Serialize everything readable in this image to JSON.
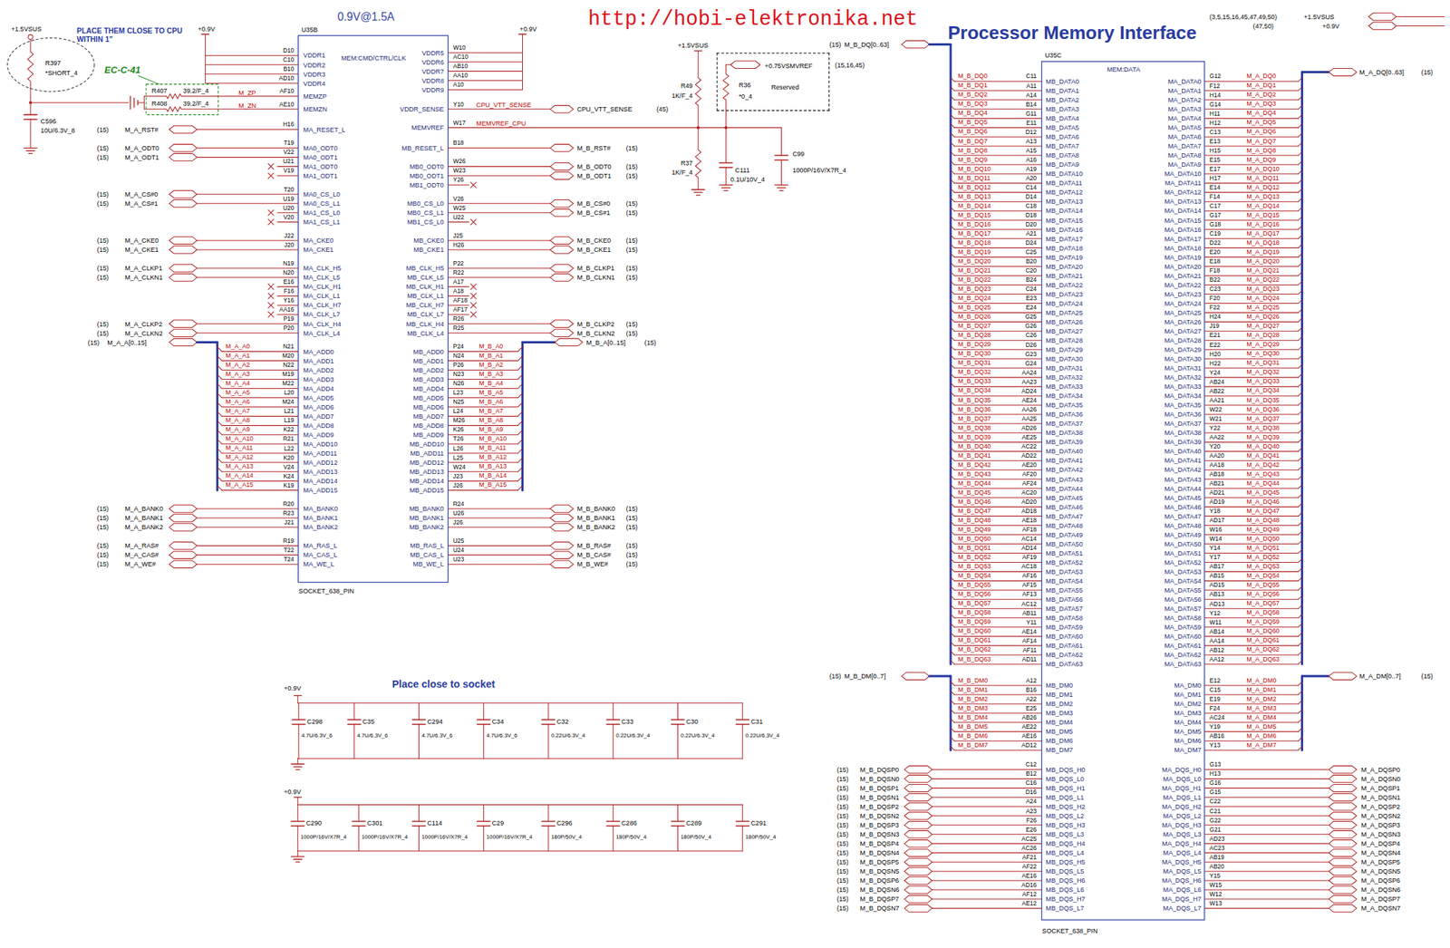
{
  "diagram": {
    "title": "Processor Memory Interface",
    "nodes": [
      {
        "text": [
          "R397",
          "*SHORT_4"
        ]
      },
      {
        "text": [
          "U35B",
          "MEM:CMD/CTRL/CLK",
          "SOCKET_638_PIN"
        ]
      },
      {
        "text": [
          "+0.75VSMVREF",
          "R36",
          "*0_4",
          "Reserved"
        ]
      },
      {
        "text": [
          "U35C",
          "MEM:DATA",
          "SOCKET_638_PIN"
        ]
      }
    ],
    "labels": [
      "http://hobi-elektronika.net",
      "0.9V@1.5A",
      "+1.5VSUS",
      "PLACE THEM CLOSE TO CPU WITHIN 1\"",
      "+0.9V",
      "+0.9V",
      "EC-C-41",
      "R407",
      "39.2/F_4",
      "R408",
      "39.2/F_4",
      "M_ZP",
      "M_ZN",
      "C596",
      "10U/6.3V_8",
      "D10",
      "VDDR1",
      "C10",
      "VDDR2",
      "B10",
      "VDDR3",
      "AD10",
      "VDDR4",
      "AF10",
      "MEMZP",
      "AE10",
      "MEMZN",
      "(15)",
      "M_A_RST#",
      "H16",
      "MA_RESET_L",
      "(15)",
      "M_A_ODT0",
      "T19",
      "MA0_ODT0",
      "(15)",
      "M_A_ODT1",
      "V22",
      "MA0_ODT1",
      "U21",
      "MA1_ODT0",
      "V19",
      "MA1_ODT1",
      "(15)",
      "M_A_CS#0",
      "T20",
      "MA0_CS_L0",
      "(15)",
      "M_A_CS#1",
      "U19",
      "MA0_CS_L1",
      "U20",
      "MA1_CS_L0",
      "V20",
      "MA1_CS_L1",
      "(15)",
      "M_A_CKE0",
      "J22",
      "MA_CKE0",
      "(15)",
      "M_A_CKE1",
      "J20",
      "MA_CKE1",
      "(15)",
      "M_A_CLKP1",
      "N19",
      "MA_CLK_H5",
      "(15)",
      "M_A_CLKN1",
      "N20",
      "MA_CLK_L5",
      "E16",
      "MA_CLK_H1",
      "F16",
      "MA_CLK_L1",
      "Y16",
      "MA_CLK_H7",
      "AA16",
      "MA_CLK_L7",
      "(15)",
      "M_A_CLKP2",
      "P19",
      "MA_CLK_H4",
      "(15)",
      "M_A_CLKN2",
      "P20",
      "MA_CLK_L4",
      "(15)",
      "M_A_A[0..15]",
      "M_A_A0",
      "N21",
      "MA_ADD0",
      "M_A_A1",
      "M20",
      "MA_ADD1",
      "M_A_A2",
      "N22",
      "MA_ADD2",
      "M_A_A3",
      "M19",
      "MA_ADD3",
      "M_A_A4",
      "M22",
      "MA_ADD4",
      "M_A_A5",
      "L20",
      "MA_ADD5",
      "M_A_A6",
      "M24",
      "MA_ADD6",
      "M_A_A7",
      "L21",
      "MA_ADD7",
      "M_A_A8",
      "L19",
      "MA_ADD8",
      "M_A_A9",
      "K22",
      "MA_ADD9",
      "M_A_A10",
      "R21",
      "MA_ADD10",
      "M_A_A11",
      "L22",
      "MA_ADD11",
      "M_A_A12",
      "K20",
      "MA_ADD12",
      "M_A_A13",
      "V24",
      "MA_ADD13",
      "M_A_A14",
      "K24",
      "MA_ADD14",
      "M_A_A15",
      "K19",
      "MA_ADD15",
      "(15)",
      "M_A_BANK0",
      "R20",
      "MA_BANK0",
      "(15)",
      "M_A_BANK1",
      "R23",
      "MA_BANK1",
      "(15)",
      "M_A_BANK2",
      "J21",
      "MA_BANK2",
      "(15)",
      "M_A_RAS#",
      "R19",
      "MA_RAS_L",
      "(15)",
      "M_A_CAS#",
      "T22",
      "MA_CAS_L",
      "(15)",
      "M_A_WE#",
      "T24",
      "MA_WE_L",
      "VDDR5",
      "W10",
      "VDDR6",
      "AC10",
      "VDDR7",
      "AB10",
      "VDDR8",
      "AA10",
      "VDDR9",
      "A10",
      "VDDR_SENSE",
      "Y10",
      "CPU_VTT_SENSE",
      "CPU_VTT_SENSE",
      "(45)",
      "MEMVREF",
      "W17",
      "MEMVREF_CPU",
      "MB_RESET_L",
      "B18",
      "M_B_RST#",
      "(15)",
      "MB0_ODT0",
      "W26",
      "M_B_ODT0",
      "(15)",
      "MB0_ODT1",
      "W23",
      "M_B_ODT1",
      "(15)",
      "MB1_ODT0",
      "Y26",
      "MB0_CS_L0",
      "V26",
      "M_B_CS#0",
      "(15)",
      "MB0_CS_L1",
      "W25",
      "M_B_CS#1",
      "(15)",
      "MB1_CS_L0",
      "U22",
      "MB_CKE0",
      "J25",
      "M_B_CKE0",
      "(15)",
      "MB_CKE1",
      "H26",
      "M_B_CKE1",
      "(15)",
      "MB_CLK_H5",
      "P22",
      "M_B_CLKP1",
      "(15)",
      "MB_CLK_L5",
      "R22",
      "M_B_CLKN1",
      "(15)",
      "MB_CLK_H1",
      "A17",
      "MB_CLK_L1",
      "A18",
      "MB_CLK_H7",
      "AF18",
      "MB_CLK_L7",
      "AF17",
      "MB_CLK_H4",
      "R26",
      "M_B_CLKP2",
      "(15)",
      "MB_CLK_L4",
      "R25",
      "M_B_CLKN2",
      "(15)",
      "M_B_A[0..15]",
      "(15)",
      "MB_ADD0",
      "P24",
      "M_B_A0",
      "MB_ADD1",
      "N24",
      "M_B_A1",
      "MB_ADD2",
      "P26",
      "M_B_A2",
      "MB_ADD3",
      "N23",
      "M_B_A3",
      "MB_ADD4",
      "N26",
      "M_B_A4",
      "MB_ADD5",
      "L23",
      "M_B_A5",
      "MB_ADD6",
      "N25",
      "M_B_A6",
      "MB_ADD7",
      "L24",
      "M_B_A7",
      "MB_ADD8",
      "M26",
      "M_B_A8",
      "MB_ADD9",
      "K26",
      "M_B_A9",
      "MB_ADD10",
      "T26",
      "M_B_A10",
      "MB_ADD11",
      "L26",
      "M_B_A11",
      "MB_ADD12",
      "L25",
      "M_B_A12",
      "MB_ADD13",
      "W24",
      "M_B_A13",
      "MB_ADD14",
      "J23",
      "M_B_A14",
      "MB_ADD15",
      "J26",
      "M_B_A15",
      "MB_BANK0",
      "R24",
      "M_B_BANK0",
      "(15)",
      "MB_BANK1",
      "U26",
      "M_B_BANK1",
      "(15)",
      "MB_BANK2",
      "J26",
      "M_B_BANK2",
      "(15)",
      "MB_RAS_L",
      "U25",
      "M_B_RAS#",
      "(15)",
      "MB_CAS_L",
      "U24",
      "M_B_CAS#",
      "(15)",
      "MB_WE_L",
      "U23",
      "M_B_WE#",
      "(15)",
      "+1.5VSUS",
      "R49",
      "1K/F_4",
      "R37",
      "1K/F_4",
      "(15,16,45)",
      "C111",
      "0.1U/10V_4",
      "C99",
      "1000P/16V/X7R_4",
      "Place close to socket",
      "+0.9V",
      "C298",
      "4.7U/6.3V_6",
      "C35",
      "4.7U/6.3V_6",
      "C294",
      "4.7U/6.3V_6",
      "C34",
      "4.7U/6.3V_6",
      "C32",
      "0.22U/6.3V_4",
      "C33",
      "0.22U/6.3V_4",
      "C30",
      "0.22U/6.3V_4",
      "C31",
      "0.22U/6.3V_4",
      "+0.9V",
      "C290",
      "1000P/16V/X7R_4",
      "C301",
      "1000P/16V/X7R_4",
      "C114",
      "1000P/16V/X7R_4",
      "C29",
      "1000P/16V/X7R_4",
      "C296",
      "180P/50V_4",
      "C286",
      "180P/50V_4",
      "C289",
      "180P/50V_4",
      "C291",
      "180P/50V_4",
      "(3,5,15,16,45,47,49,50)",
      "+1.5VSUS",
      "(47,50)",
      "+0.9V",
      "(15)",
      "M_B_DQ[0..63]",
      "M_B_DQ0",
      "C11",
      "MB_DATA0",
      "M_B_DQ1",
      "A11",
      "MB_DATA1",
      "M_B_DQ2",
      "A14",
      "MB_DATA2",
      "M_B_DQ3",
      "B14",
      "MB_DATA3",
      "M_B_DQ4",
      "G11",
      "MB_DATA4",
      "M_B_DQ5",
      "E11",
      "MB_DATA5",
      "M_B_DQ6",
      "D12",
      "MB_DATA6",
      "M_B_DQ7",
      "A13",
      "MB_DATA7",
      "M_B_DQ8",
      "A15",
      "MB_DATA8",
      "M_B_DQ9",
      "A16",
      "MB_DATA9",
      "M_B_DQ10",
      "A19",
      "MB_DATA10",
      "M_B_DQ11",
      "A20",
      "MB_DATA11",
      "M_B_DQ12",
      "C14",
      "MB_DATA12",
      "M_B_DQ13",
      "D14",
      "MB_DATA13",
      "M_B_DQ14",
      "C18",
      "MB_DATA14",
      "M_B_DQ15",
      "D18",
      "MB_DATA15",
      "M_B_DQ16",
      "D20",
      "MB_DATA16",
      "M_B_DQ17",
      "A21",
      "MB_DATA17",
      "M_B_DQ18",
      "D24",
      "MB_DATA18",
      "M_B_DQ19",
      "C25",
      "MB_DATA19",
      "M_B_DQ20",
      "B20",
      "MB_DATA20",
      "M_B_DQ21",
      "C20",
      "MB_DATA21",
      "M_B_DQ22",
      "B24",
      "MB_DATA22",
      "M_B_DQ23",
      "C24",
      "MB_DATA23",
      "M_B_DQ24",
      "E23",
      "MB_DATA24",
      "M_B_DQ25",
      "E24",
      "MB_DATA25",
      "M_B_DQ26",
      "G25",
      "MB_DATA26",
      "M_B_DQ27",
      "G26",
      "MB_DATA27",
      "M_B_DQ28",
      "C26",
      "MB_DATA28",
      "M_B_DQ29",
      "D26",
      "MB_DATA29",
      "M_B_DQ30",
      "G23",
      "MB_DATA30",
      "M_B_DQ31",
      "G24",
      "MB_DATA31",
      "M_B_DQ32",
      "AA24",
      "MB_DATA32",
      "M_B_DQ33",
      "AA23",
      "MB_DATA33",
      "M_B_DQ34",
      "AD24",
      "MB_DATA34",
      "M_B_DQ35",
      "AE24",
      "MB_DATA35",
      "M_B_DQ36",
      "AA26",
      "MB_DATA36",
      "M_B_DQ37",
      "AA25",
      "MB_DATA37",
      "M_B_DQ38",
      "AD26",
      "MB_DATA38",
      "M_B_DQ39",
      "AE25",
      "MB_DATA39",
      "M_B_DQ40",
      "AC22",
      "MB_DATA40",
      "M_B_DQ41",
      "AD22",
      "MB_DATA41",
      "M_B_DQ42",
      "AE20",
      "MB_DATA42",
      "M_B_DQ43",
      "AF20",
      "MB_DATA43",
      "M_B_DQ44",
      "AF24",
      "MB_DATA44",
      "M_B_DQ45",
      "AC20",
      "MB_DATA45",
      "M_B_DQ46",
      "AD20",
      "MB_DATA46",
      "M_B_DQ47",
      "AD18",
      "MB_DATA47",
      "M_B_DQ48",
      "AE18",
      "MB_DATA48",
      "M_B_DQ49",
      "AF18",
      "MB_DATA49",
      "M_B_DQ50",
      "AC14",
      "MB_DATA50",
      "M_B_DQ51",
      "AD14",
      "MB_DATA51",
      "M_B_DQ52",
      "AF19",
      "MB_DATA52",
      "M_B_DQ53",
      "AC18",
      "MB_DATA53",
      "M_B_DQ54",
      "AF16",
      "MB_DATA54",
      "M_B_DQ55",
      "AF15",
      "MB_DATA55",
      "M_B_DQ56",
      "AF13",
      "MB_DATA56",
      "M_B_DQ57",
      "AC12",
      "MB_DATA57",
      "M_B_DQ58",
      "AB11",
      "MB_DATA58",
      "M_B_DQ59",
      "Y11",
      "MB_DATA59",
      "M_B_DQ60",
      "AE14",
      "MB_DATA60",
      "M_B_DQ61",
      "AF14",
      "MB_DATA61",
      "M_B_DQ62",
      "AF11",
      "MB_DATA62",
      "M_B_DQ63",
      "AD11",
      "MB_DATA63",
      "(15)",
      "M_B_DM[0..7]",
      "M_B_DM0",
      "A12",
      "MB_DM0",
      "M_B_DM1",
      "B16",
      "MB_DM1",
      "M_B_DM2",
      "A22",
      "MB_DM2",
      "M_B_DM3",
      "E25",
      "MB_DM3",
      "M_B_DM4",
      "AB26",
      "MB_DM4",
      "M_B_DM5",
      "AE22",
      "MB_DM5",
      "M_B_DM6",
      "AE16",
      "MB_DM6",
      "M_B_DM7",
      "AD12",
      "MB_DM7",
      "(15)",
      "M_B_DQSP0",
      "C12",
      "MB_DQS_H0",
      "(15)",
      "M_B_DQSN0",
      "B12",
      "MB_DQS_L0",
      "(15)",
      "M_B_DQSP1",
      "C16",
      "MB_DQS_H1",
      "(15)",
      "M_B_DQSN1",
      "D16",
      "MB_DQS_L1",
      "(15)",
      "M_B_DQSP2",
      "A24",
      "MB_DQS_H2",
      "(15)",
      "M_B_DQSN2",
      "A23",
      "MB_DQS_L2",
      "(15)",
      "M_B_DQSP3",
      "F26",
      "MB_DQS_H3",
      "(15)",
      "M_B_DQSN3",
      "E26",
      "MB_DQS_L3",
      "(15)",
      "M_B_DQSP4",
      "AC25",
      "MB_DQS_H4",
      "(15)",
      "M_B_DQSN4",
      "AC26",
      "MB_DQS_L4",
      "(15)",
      "M_B_DQSP5",
      "AF21",
      "MB_DQS_H5",
      "(15)",
      "M_B_DQSN5",
      "AF22",
      "MB_DQS_L5",
      "(15)",
      "M_B_DQSP6",
      "AE16",
      "MB_DQS_H6",
      "(15)",
      "M_B_DQSN6",
      "AD16",
      "MB_DQS_L6",
      "(15)",
      "M_B_DQSP7",
      "AF12",
      "MB_DQS_H7",
      "(15)",
      "M_B_DQSN7",
      "AE12",
      "MB_DQS_L7",
      "M_A_DQ[0..63]",
      "(15)",
      "MA_DATA0",
      "G12",
      "M_A_DQ0",
      "MA_DATA1",
      "F12",
      "M_A_DQ1",
      "MA_DATA2",
      "H14",
      "M_A_DQ2",
      "MA_DATA3",
      "G14",
      "M_A_DQ3",
      "MA_DATA4",
      "H11",
      "M_A_DQ4",
      "MA_DATA5",
      "H12",
      "M_A_DQ5",
      "MA_DATA6",
      "C13",
      "M_A_DQ6",
      "MA_DATA7",
      "E13",
      "M_A_DQ7",
      "MA_DATA8",
      "H15",
      "M_A_DQ8",
      "MA_DATA9",
      "E15",
      "M_A_DQ9",
      "MA_DATA10",
      "E17",
      "M_A_DQ10",
      "MA_DATA11",
      "H17",
      "M_A_DQ11",
      "MA_DATA12",
      "E14",
      "M_A_DQ12",
      "MA_DATA13",
      "F14",
      "M_A_DQ13",
      "MA_DATA14",
      "C17",
      "M_A_DQ14",
      "MA_DATA15",
      "G17",
      "M_A_DQ15",
      "MA_DATA16",
      "G18",
      "M_A_DQ16",
      "MA_DATA17",
      "C19",
      "M_A_DQ17",
      "MA_DATA18",
      "D22",
      "M_A_DQ18",
      "MA_DATA19",
      "E20",
      "M_A_DQ19",
      "MA_DATA20",
      "E18",
      "M_A_DQ20",
      "MA_DATA21",
      "F18",
      "M_A_DQ21",
      "MA_DATA22",
      "B22",
      "M_A_DQ22",
      "MA_DATA23",
      "C23",
      "M_A_DQ23",
      "MA_DATA24",
      "F20",
      "M_A_DQ24",
      "MA_DATA25",
      "F22",
      "M_A_DQ25",
      "MA_DATA26",
      "H24",
      "M_A_DQ26",
      "MA_DATA27",
      "J19",
      "M_A_DQ27",
      "MA_DATA28",
      "E21",
      "M_A_DQ28",
      "MA_DATA29",
      "E22",
      "M_A_DQ29",
      "MA_DATA30",
      "H20",
      "M_A_DQ30",
      "MA_DATA31",
      "H22",
      "M_A_DQ31",
      "MA_DATA32",
      "Y24",
      "M_A_DQ32",
      "MA_DATA33",
      "AB24",
      "M_A_DQ33",
      "MA_DATA34",
      "AB22",
      "M_A_DQ34",
      "MA_DATA35",
      "AA21",
      "M_A_DQ35",
      "MA_DATA36",
      "W22",
      "M_A_DQ36",
      "MA_DATA37",
      "W21",
      "M_A_DQ37",
      "MA_DATA38",
      "Y22",
      "M_A_DQ38",
      "MA_DATA39",
      "AA22",
      "M_A_DQ39",
      "MA_DATA40",
      "Y20",
      "M_A_DQ40",
      "MA_DATA41",
      "AA20",
      "M_A_DQ41",
      "MA_DATA42",
      "AA18",
      "M_A_DQ42",
      "MA_DATA43",
      "AB18",
      "M_A_DQ43",
      "MA_DATA44",
      "AB21",
      "M_A_DQ44",
      "MA_DATA45",
      "AD21",
      "M_A_DQ45",
      "MA_DATA46",
      "AD19",
      "M_A_DQ46",
      "MA_DATA47",
      "Y18",
      "M_A_DQ47",
      "MA_DATA48",
      "AD17",
      "M_A_DQ48",
      "MA_DATA49",
      "W16",
      "M_A_DQ49",
      "MA_DATA50",
      "W14",
      "M_A_DQ50",
      "MA_DATA51",
      "Y14",
      "M_A_DQ51",
      "MA_DATA52",
      "Y17",
      "M_A_DQ52",
      "MA_DATA53",
      "AB17",
      "M_A_DQ53",
      "MA_DATA54",
      "AB15",
      "M_A_DQ54",
      "MA_DATA55",
      "AD15",
      "M_A_DQ55",
      "MA_DATA56",
      "AB13",
      "M_A_DQ56",
      "MA_DATA57",
      "AD13",
      "M_A_DQ57",
      "MA_DATA58",
      "Y12",
      "M_A_DQ58",
      "MA_DATA59",
      "W11",
      "M_A_DQ59",
      "MA_DATA60",
      "AB14",
      "M_A_DQ60",
      "MA_DATA61",
      "AA14",
      "M_A_DQ61",
      "MA_DATA62",
      "AB12",
      "M_A_DQ62",
      "MA_DATA63",
      "AA12",
      "M_A_DQ63",
      "M_A_DM[0..7]",
      "(15)",
      "MA_DM0",
      "E12",
      "M_A_DM0",
      "MA_DM1",
      "C15",
      "M_A_DM1",
      "MA_DM2",
      "E19",
      "M_A_DM2",
      "MA_DM3",
      "F24",
      "M_A_DM3",
      "MA_DM4",
      "AC24",
      "M_A_DM4",
      "MA_DM5",
      "Y19",
      "M_A_DM5",
      "MA_DM6",
      "AB16",
      "M_A_DM6",
      "MA_DM7",
      "Y13",
      "M_A_DM7",
      "MA_DQS_H0",
      "G13",
      "M_A_DQSP0",
      "MA_DQS_L0",
      "H13",
      "M_A_DQSN0",
      "MA_DQS_H1",
      "G16",
      "M_A_DQSP1",
      "MA_DQS_L1",
      "G15",
      "M_A_DQSN1",
      "MA_DQS_H2",
      "C22",
      "M_A_DQSP2",
      "MA_DQS_L2",
      "C21",
      "M_A_DQSN2",
      "MA_DQS_H3",
      "G22",
      "M_A_DQSP3",
      "MA_DQS_L3",
      "G21",
      "M_A_DQSN3",
      "MA_DQS_H4",
      "AD23",
      "M_A_DQSP4",
      "MA_DQS_L4",
      "AC23",
      "M_A_DQSN4",
      "MA_DQS_H5",
      "AB19",
      "M_A_DQSP5",
      "MA_DQS_L5",
      "AB20",
      "M_A_DQSN5",
      "MA_DQS_H6",
      "Y15",
      "M_A_DQSP6",
      "MA_DQS_L6",
      "W15",
      "M_A_DQSN6",
      "MA_DQS_H7",
      "W12",
      "M_A_DQSP7",
      "MA_DQS_L7",
      "W13",
      "M_A_DQSN7"
    ]
  }
}
